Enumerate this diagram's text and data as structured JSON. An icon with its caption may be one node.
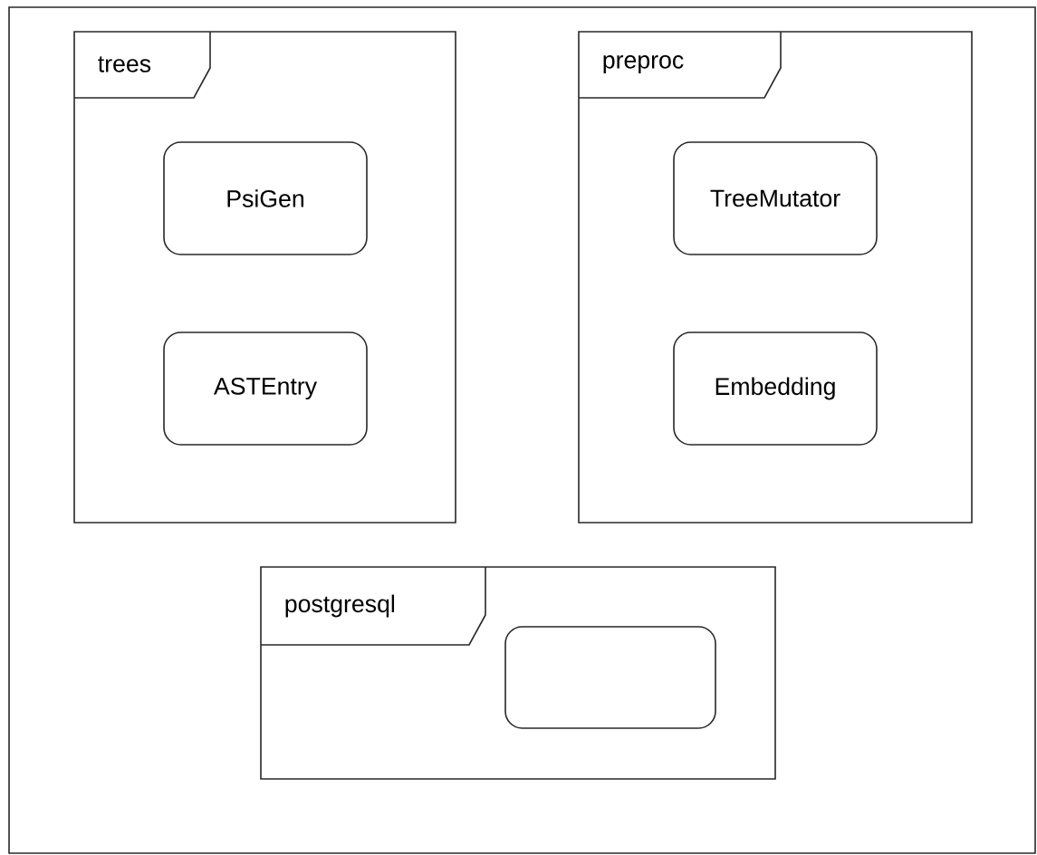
{
  "diagram": {
    "nodes": [
      {
        "text": [
          "trees"
        ]
      },
      {
        "text": [
          "PsiGen"
        ],
        "in": 0
      },
      {
        "text": [
          "ASTEntry"
        ],
        "in": 0
      },
      {
        "text": [
          "preproc"
        ]
      },
      {
        "text": [
          "TreeMutator"
        ],
        "in": 3
      },
      {
        "text": [
          "Embedding"
        ],
        "in": 3
      },
      {
        "text": [
          "postgresql"
        ]
      },
      {
        "text": [],
        "shape": "box",
        "in": 6
      }
    ],
    "edges": []
  }
}
